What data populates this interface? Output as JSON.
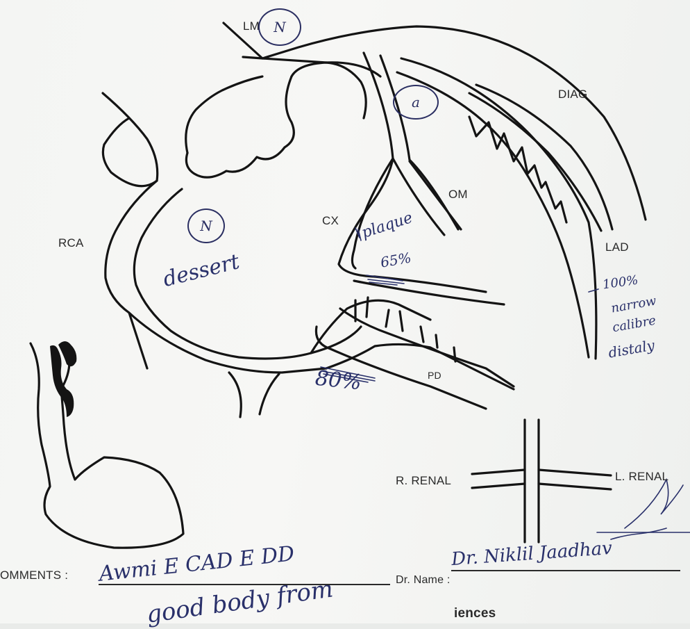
{
  "labels": {
    "lm": "LM",
    "diag": "DIAG",
    "om": "OM",
    "cx": "CX",
    "rca": "RCA",
    "lad": "LAD",
    "pd": "PD",
    "r_renal": "R. RENAL",
    "l_renal": "L. RENAL"
  },
  "annotations": {
    "lm_mark": "N",
    "cx_mark": "a",
    "rca_mark": "N",
    "rca_note": "dessert",
    "cx_note": "plaque",
    "cx_pct": "65%",
    "lad_pct": "100%",
    "lad_note_1": "narrow",
    "lad_note_2": "calibre",
    "lad_note_3": "distaly",
    "pd_pct": "80%"
  },
  "footer": {
    "comments_label": "OMMENTS :",
    "comments_line1": "Awmi E CAD E DD",
    "comments_line2": "good body from",
    "dr_label": "Dr. Name :",
    "dr_value": "Dr. Niklil Jaadhav",
    "bottom_partial": "iences"
  },
  "colors": {
    "ink_print": "#141414",
    "ink_pen": "#29306a"
  }
}
